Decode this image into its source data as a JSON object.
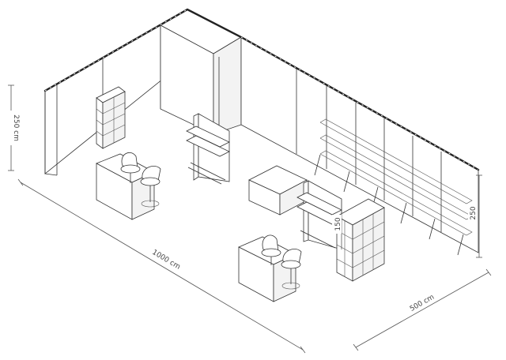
{
  "dimensions": {
    "height_label": "250 cm",
    "length_label": "1000 cm",
    "depth_label": "500 cm",
    "back_wall_height_label": "250",
    "shelf_height_label": "150"
  },
  "colors": {
    "line": "#333333",
    "wall_top": "#222222",
    "dimension_text": "#444444"
  }
}
